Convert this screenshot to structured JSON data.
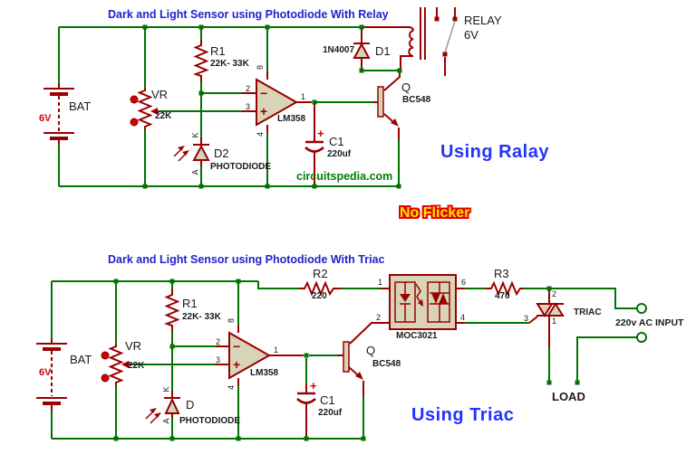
{
  "colors": {
    "wire": "#007300",
    "component": "#9a0000",
    "fill": "#d8d4b8",
    "accent": "#d40000",
    "title-blue": "#2222cc",
    "caption-blue": "#2233ff",
    "brand-green": "#008000",
    "note-yellow": "#ffe600",
    "note-outline": "#e00000",
    "switch-gray": "#9a9a9a",
    "text-dark": "#1a1a1a"
  },
  "relay": {
    "title": "Dark and Light Sensor using Photodiode With Relay",
    "bat_ref": "BAT",
    "bat_val": "6V",
    "vr_ref": "VR",
    "vr_val": "22K",
    "r1_ref": "R1",
    "r1_val": "22K- 33K",
    "pin2": "2",
    "pin3": "3",
    "pin8": "8",
    "pin4": "4",
    "pin1": "1",
    "minus": "−",
    "plus": "+",
    "ic": "LM358",
    "pd_ref": "D2",
    "pd_val": "PHOTODIODE",
    "pd_k": "K",
    "pd_a": "A",
    "c1_ref": "C1",
    "c1_val": "220uf",
    "c1_plus": "+",
    "d1_ref": "D1",
    "d1_val": "1N4007",
    "q_ref": "Q",
    "q_val": "BC548",
    "relay_ref": "RELAY",
    "relay_val": "6V",
    "caption": "Using Ralay",
    "brand": "circuitspedia.com",
    "note": "No Flicker"
  },
  "triac": {
    "title": "Dark and Light Sensor using Photodiode With Triac",
    "bat_ref": "BAT",
    "bat_val": "6V",
    "vr_ref": "VR",
    "vr_val": "22K",
    "r1_ref": "R1",
    "r1_val": "22K- 33K",
    "pin2": "2",
    "pin3": "3",
    "pin8": "8",
    "pin4": "4",
    "pin1": "1",
    "minus": "−",
    "plus": "+",
    "ic": "LM358",
    "pd_ref": "D",
    "pd_val": "PHOTODIODE",
    "pd_k": "K",
    "pd_a": "A",
    "c1_ref": "C1",
    "c1_val": "220uf",
    "c1_plus": "+",
    "q_ref": "Q",
    "q_val": "BC548",
    "r2_ref": "R2",
    "r2_val": "220",
    "r3_ref": "R3",
    "r3_val": "470",
    "opto_ref": "MOC3021",
    "opto_p1": "1",
    "opto_p2": "2",
    "opto_p6": "6",
    "opto_p4": "4",
    "gate": "3",
    "triac_ref": "TRIAC",
    "t2": "2",
    "t1": "1",
    "ac": "220v AC INPUT",
    "load": "LOAD",
    "caption": "Using Triac"
  }
}
